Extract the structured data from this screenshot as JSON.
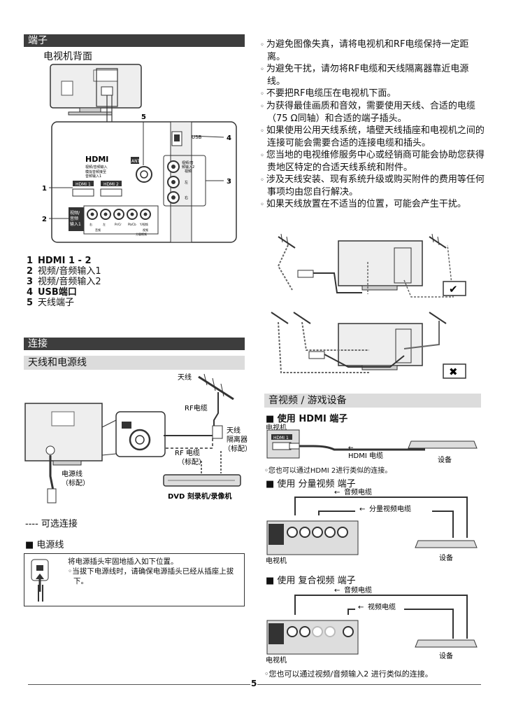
{
  "left": {
    "terminals_header": "端子",
    "tv_back_title": "电视机背面",
    "callouts": [
      "1",
      "2",
      "3",
      "4",
      "5"
    ],
    "legend": [
      {
        "num": "1",
        "text": "HDMI 1 - 2"
      },
      {
        "num": "2",
        "text": "视频/音频输入1"
      },
      {
        "num": "3",
        "text": "视频/音频输入2"
      },
      {
        "num": "4",
        "text": "USB端口"
      },
      {
        "num": "5",
        "text": "天线端子"
      }
    ],
    "panel": {
      "hdmi_logo": "HDMI",
      "hdmi_caption1": "视频/音频输入",
      "hdmi_caption2": "模拟音频接至",
      "hdmi_caption3": "音频输入1",
      "hdmi1": "HDMI 1",
      "hdmi2": "HDMI 2",
      "ant": "ANT",
      "usb": "USB",
      "av2_label1": "视频/音",
      "av2_label2": "频输入2",
      "av2_label3": "视频",
      "left_ch": "左",
      "right_ch": "右",
      "av1_box": "视频/音频输入1",
      "jacks": [
        "右",
        "左",
        "Pr/Cr",
        "Pb/Cb",
        "Y/视频"
      ],
      "audio_tag": "音频",
      "video_tag": "视频",
      "component_tag": "分量视频"
    },
    "connect_header": "连接",
    "antenna_power_header": "天线和电源线",
    "antenna_label": "天线",
    "rf_cable": "RF电缆",
    "isolator": [
      "天线",
      "隔离器",
      "（标配）"
    ],
    "rf_cable2": [
      "RF 电缆",
      "（标配）"
    ],
    "power_cord": [
      "电源线",
      "（标配）"
    ],
    "dvd": "DVD 刻录机/录像机",
    "optional_legend": "---- 可选连接",
    "power_cord_header": "■ 电源线",
    "power_box_line1": "将电源插头牢固地插入如下位置。",
    "power_box_bullet": "当拔下电源线时，请确保电源插头已经从插座上拔下。"
  },
  "right": {
    "bullets": [
      "为避免图像失真，请将电视机和RF电缆保持一定距离。",
      "为避免干扰，请勿将RF电缆和天线隔离器靠近电源线。",
      "不要把RF电缆压在电视机下面。",
      "为获得最佳画质和音效，需要使用天线、合适的电缆（75 Ω同轴）和合适的端子插头。",
      "如果使用公用天线系统，墙壁天线插座和电视机之间的连接可能会需要合适的连接电缆和插头。",
      "您当地的电视维修服务中心或经销商可能会协助您获得贵地区特定的合适天线系统和附件。",
      "涉及天线安装、现有系统升级或购买附件的费用等任何事项均由您自行解决。",
      "如果天线放置在不适当的位置，可能会产生干扰。"
    ],
    "check_mark": "✔",
    "cross_mark": "✖",
    "av_game_header": "音视频  /  游戏设备",
    "hdmi_section": "■ 使用 HDMI 端子",
    "tv_label": "电视机",
    "hdmi_port_label": "HDMI 1",
    "hdmi_cable": "HDMI 电缆",
    "device_label": "设备",
    "hdmi_note": "您也可以通过HDMI 2进行类似的连接。",
    "component_section": "■ 使用  分量视频  端子",
    "audio_cable": "音频电缆",
    "component_cable": "分量视频电缆",
    "composite_section": "■ 使用  复合视频  端子",
    "video_cable": "视频电缆",
    "composite_note": "您也可以通过视频/音频输入2 进行类似的连接。"
  },
  "footer": {
    "page_number": "5"
  }
}
